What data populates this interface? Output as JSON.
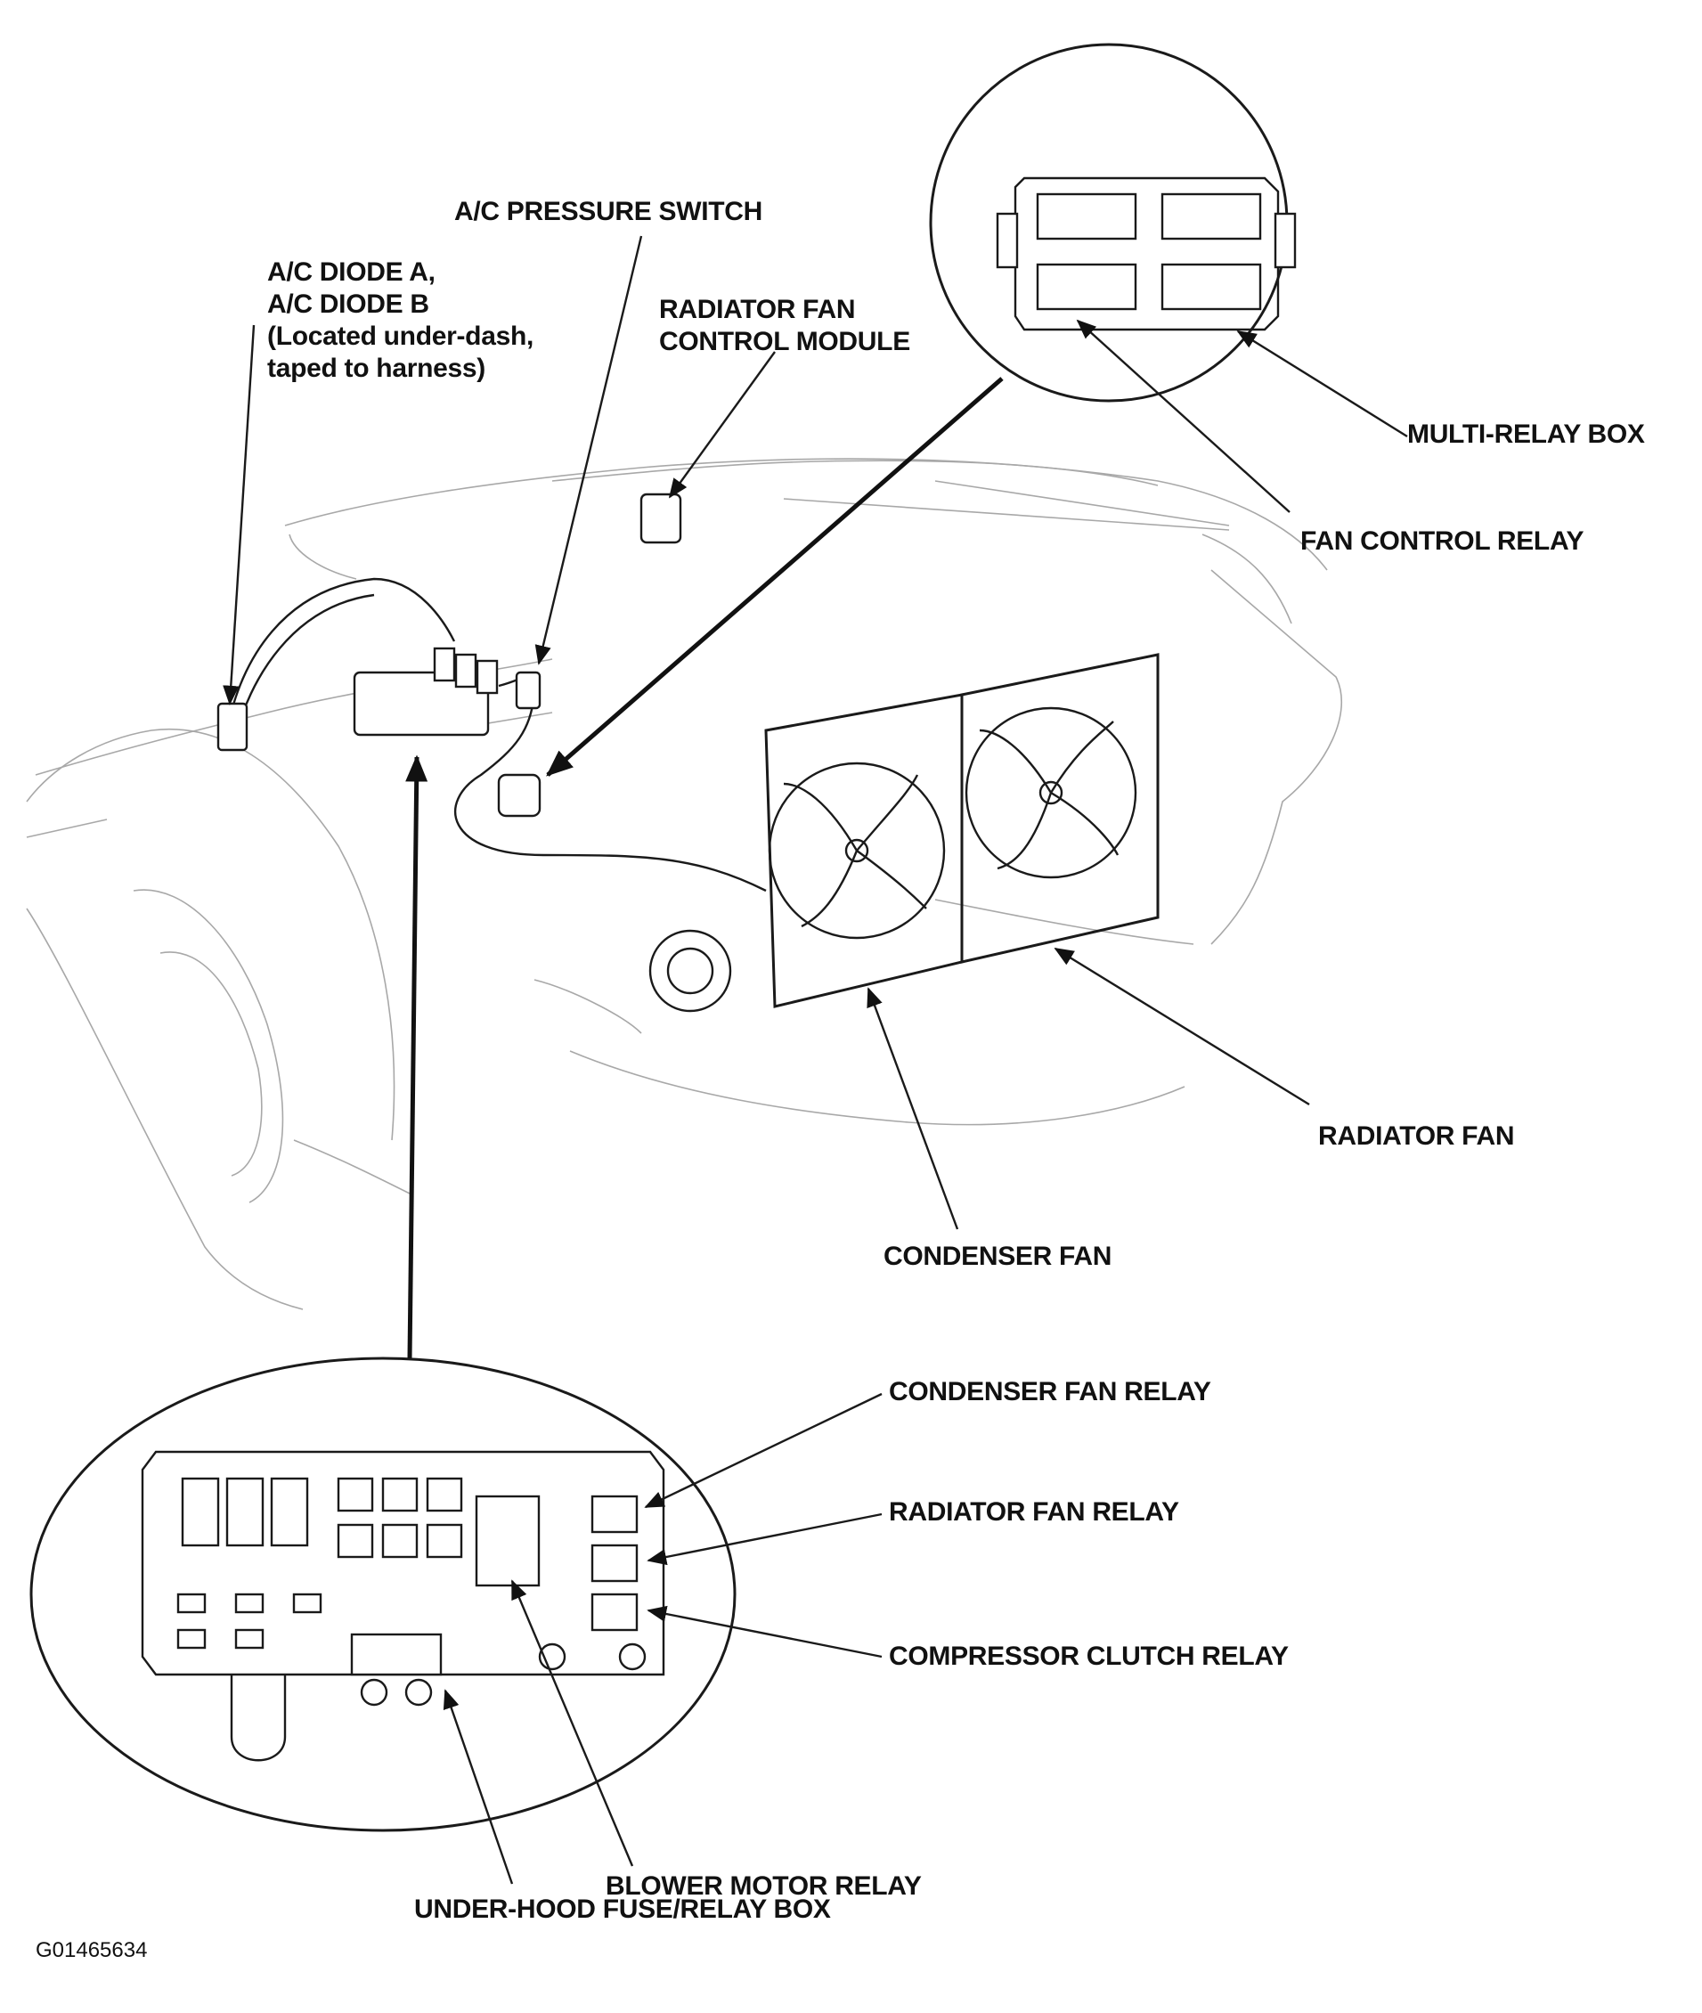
{
  "diagram": {
    "labels": {
      "ac_pressure_switch": "A/C PRESSURE SWITCH",
      "ac_diode": [
        "A/C DIODE A,",
        "A/C DIODE B",
        "(Located under-dash,",
        "taped to harness)"
      ],
      "radiator_fan_control_module": [
        "RADIATOR FAN",
        "CONTROL MODULE"
      ],
      "multi_relay_box": "MULTI-RELAY BOX",
      "fan_control_relay": "FAN CONTROL RELAY",
      "radiator_fan": "RADIATOR FAN",
      "condenser_fan": "CONDENSER FAN",
      "condenser_fan_relay": "CONDENSER FAN RELAY",
      "radiator_fan_relay": "RADIATOR FAN RELAY",
      "compressor_clutch_relay": "COMPRESSOR CLUTCH RELAY",
      "blower_motor_relay": "BLOWER MOTOR RELAY",
      "under_hood_fuse_relay_box": "UNDER-HOOD FUSE/RELAY BOX"
    },
    "figure_id": "G01465634"
  }
}
